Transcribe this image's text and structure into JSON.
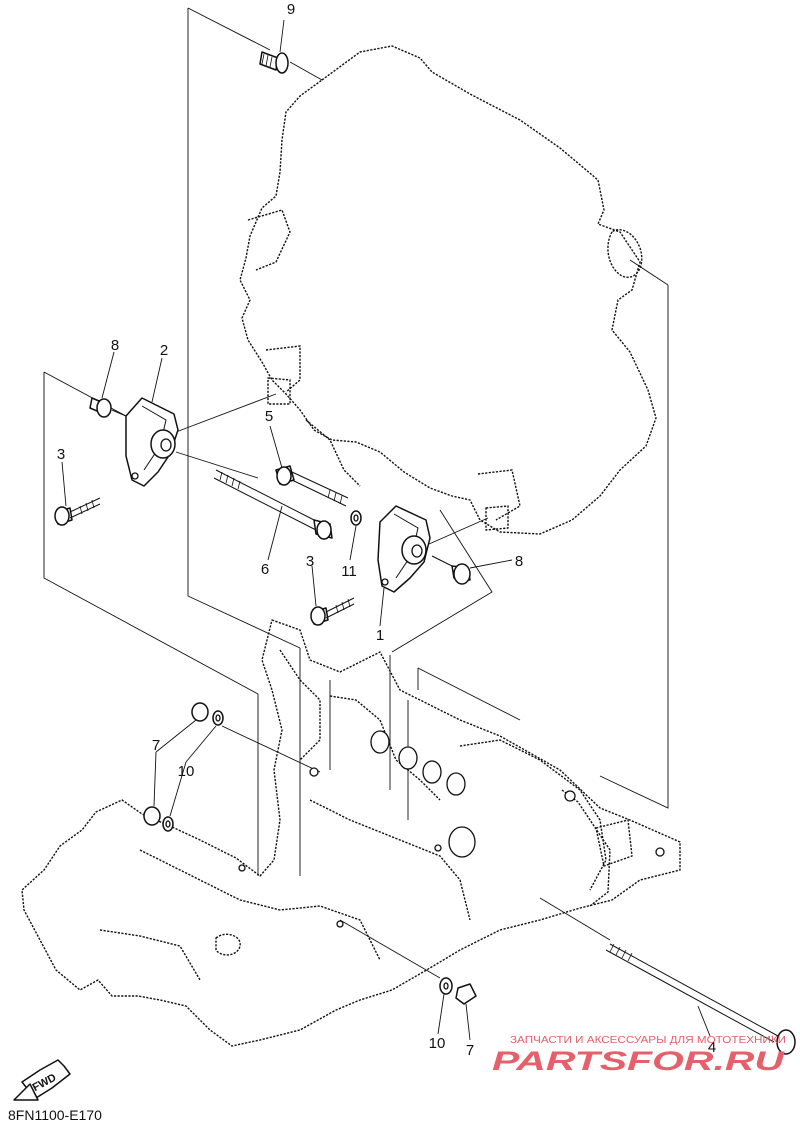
{
  "diagram_code": "8FN1100-E170",
  "fwd_label": "FWD",
  "watermark": {
    "subtitle": "ЗАПЧАСТИ И АКСЕССУАРЫ ДЛЯ МОТОТЕХНИКИ",
    "brand": "PARTSFOR.RU",
    "color": "#e4606a"
  },
  "callouts": [
    {
      "number": "9"
    },
    {
      "number": "8"
    },
    {
      "number": "2"
    },
    {
      "number": "3"
    },
    {
      "number": "5"
    },
    {
      "number": "6"
    },
    {
      "number": "11"
    },
    {
      "number": "3"
    },
    {
      "number": "8"
    },
    {
      "number": "1"
    },
    {
      "number": "7"
    },
    {
      "number": "10"
    },
    {
      "number": "10"
    },
    {
      "number": "7"
    },
    {
      "number": "4"
    }
  ]
}
